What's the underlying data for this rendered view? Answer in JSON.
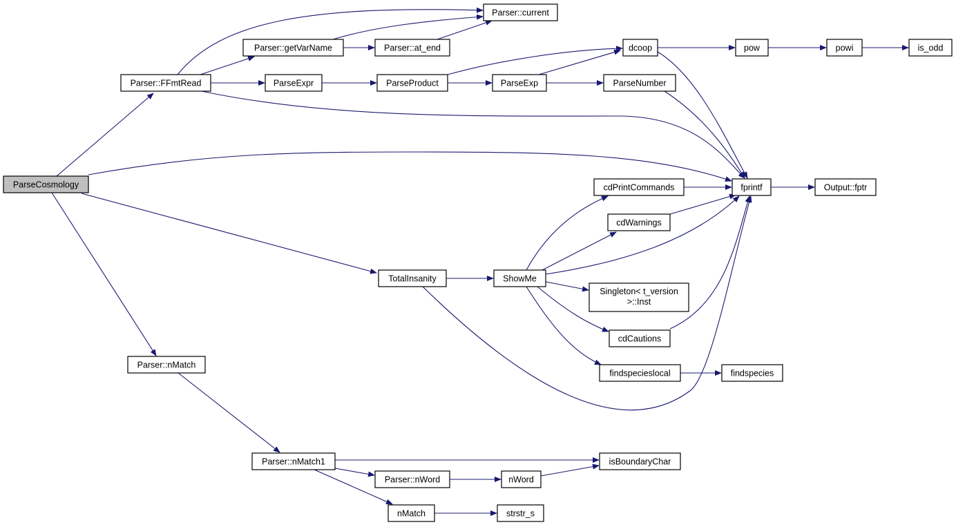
{
  "graph": {
    "root": "ParseCosmology",
    "edge_color": "#191970",
    "nodes": [
      {
        "id": "parsecosmology",
        "label": "ParseCosmology",
        "root": true
      },
      {
        "id": "ffmtread",
        "label": "Parser::FFmtRead"
      },
      {
        "id": "current",
        "label": "Parser::current"
      },
      {
        "id": "getvarname",
        "label": "Parser::getVarName"
      },
      {
        "id": "atend",
        "label": "Parser::at_end"
      },
      {
        "id": "parseexpr",
        "label": "ParseExpr"
      },
      {
        "id": "parseproduct",
        "label": "ParseProduct"
      },
      {
        "id": "parseexp",
        "label": "ParseExp"
      },
      {
        "id": "parsenumber",
        "label": "ParseNumber"
      },
      {
        "id": "dcoop",
        "label": "dcoop"
      },
      {
        "id": "pow",
        "label": "pow"
      },
      {
        "id": "powi",
        "label": "powi"
      },
      {
        "id": "isodd",
        "label": "is_odd"
      },
      {
        "id": "fprintf",
        "label": "fprintf"
      },
      {
        "id": "outputfptr",
        "label": "Output::fptr"
      },
      {
        "id": "cdprintcommands",
        "label": "cdPrintCommands"
      },
      {
        "id": "cdwarnings",
        "label": "cdWarnings"
      },
      {
        "id": "totalinsanity",
        "label": "TotalInsanity"
      },
      {
        "id": "showme",
        "label": "ShowMe"
      },
      {
        "id": "singleton",
        "label": "Singleton< t_version",
        "label2": ">::Inst"
      },
      {
        "id": "cdcautions",
        "label": "cdCautions"
      },
      {
        "id": "findspecieslocal",
        "label": "findspecieslocal"
      },
      {
        "id": "findspecies",
        "label": "findspecies"
      },
      {
        "id": "nmatch",
        "label": "Parser::nMatch"
      },
      {
        "id": "nmatch1",
        "label": "Parser::nMatch1"
      },
      {
        "id": "isboundarychar",
        "label": "isBoundaryChar"
      },
      {
        "id": "nword",
        "label": "Parser::nWord"
      },
      {
        "id": "nwordfn",
        "label": "nWord"
      },
      {
        "id": "nmatchfn",
        "label": "nMatch"
      },
      {
        "id": "strstrs",
        "label": "strstr_s"
      }
    ],
    "edges": [
      [
        "parsecosmology",
        "ffmtread"
      ],
      [
        "parsecosmology",
        "fprintf"
      ],
      [
        "parsecosmology",
        "totalinsanity"
      ],
      [
        "parsecosmology",
        "nmatch"
      ],
      [
        "ffmtread",
        "current"
      ],
      [
        "ffmtread",
        "getvarname"
      ],
      [
        "ffmtread",
        "parseexpr"
      ],
      [
        "ffmtread",
        "fprintf"
      ],
      [
        "getvarname",
        "current"
      ],
      [
        "getvarname",
        "atend"
      ],
      [
        "atend",
        "current"
      ],
      [
        "parseexpr",
        "parseproduct"
      ],
      [
        "parseproduct",
        "dcoop"
      ],
      [
        "parseproduct",
        "parseexp"
      ],
      [
        "parseexp",
        "dcoop"
      ],
      [
        "parseexp",
        "parsenumber"
      ],
      [
        "parsenumber",
        "fprintf"
      ],
      [
        "dcoop",
        "pow"
      ],
      [
        "dcoop",
        "fprintf"
      ],
      [
        "pow",
        "powi"
      ],
      [
        "powi",
        "isodd"
      ],
      [
        "fprintf",
        "outputfptr"
      ],
      [
        "cdprintcommands",
        "fprintf"
      ],
      [
        "cdwarnings",
        "fprintf"
      ],
      [
        "cdcautions",
        "fprintf"
      ],
      [
        "totalinsanity",
        "showme"
      ],
      [
        "totalinsanity",
        "fprintf"
      ],
      [
        "showme",
        "cdprintcommands"
      ],
      [
        "showme",
        "cdwarnings"
      ],
      [
        "showme",
        "fprintf"
      ],
      [
        "showme",
        "singleton"
      ],
      [
        "showme",
        "cdcautions"
      ],
      [
        "showme",
        "findspecieslocal"
      ],
      [
        "findspecieslocal",
        "findspecies"
      ],
      [
        "nmatch",
        "nmatch1"
      ],
      [
        "nmatch1",
        "isboundarychar"
      ],
      [
        "nmatch1",
        "nword"
      ],
      [
        "nmatch1",
        "nmatchfn"
      ],
      [
        "nword",
        "nwordfn"
      ],
      [
        "nwordfn",
        "isboundarychar"
      ],
      [
        "nmatchfn",
        "strstrs"
      ]
    ]
  }
}
